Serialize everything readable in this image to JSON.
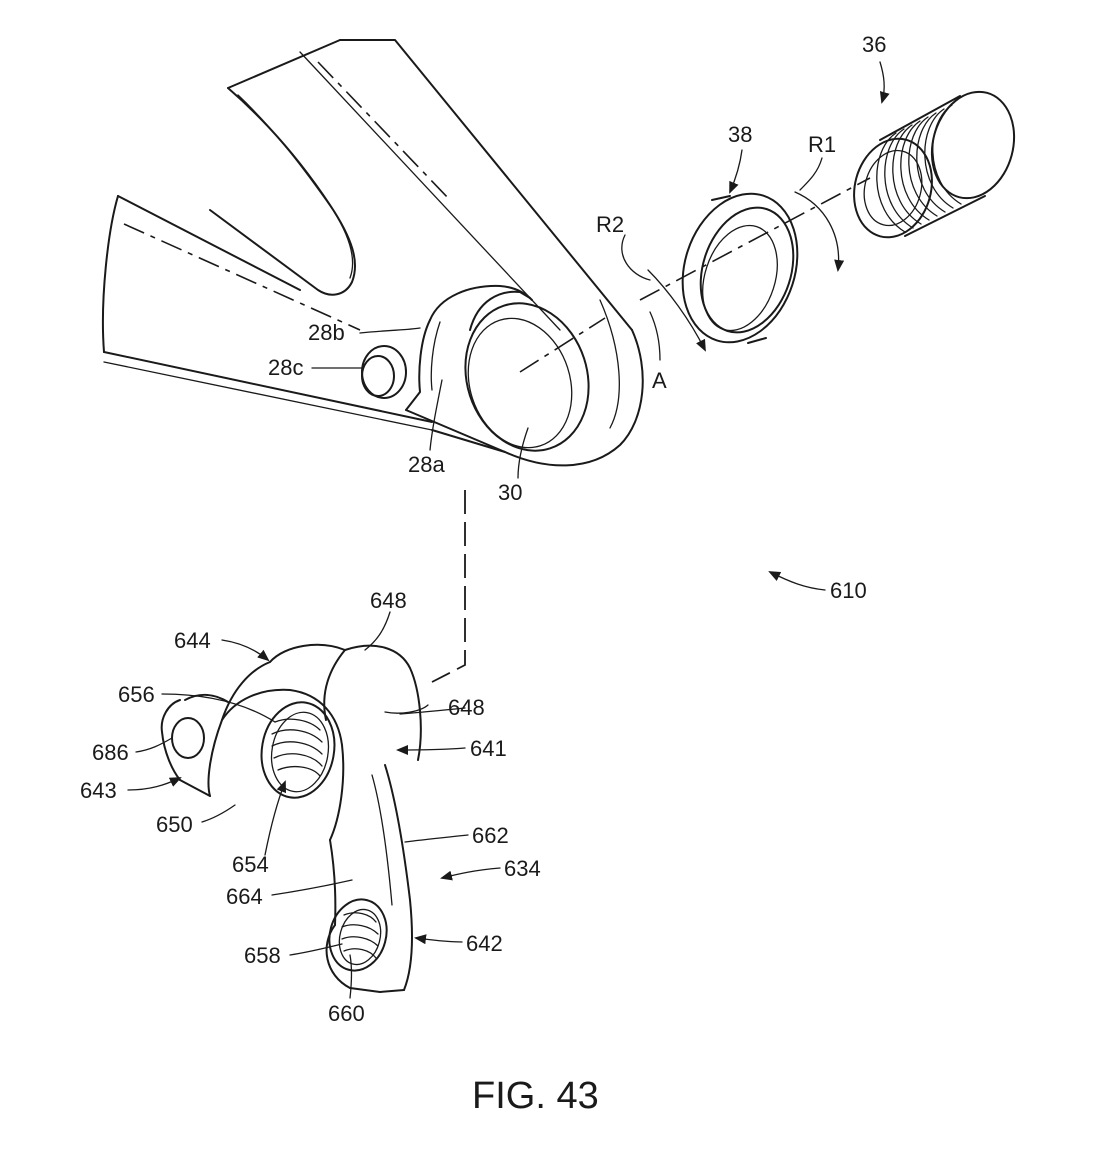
{
  "figure": {
    "caption": "FIG. 43",
    "labels": {
      "l36": "36",
      "l38": "38",
      "lR1": "R1",
      "lR2": "R2",
      "lA": "A",
      "l28b": "28b",
      "l28c": "28c",
      "l28a": "28a",
      "l30": "30",
      "l610": "610",
      "l648a": "648",
      "l644": "644",
      "l648b": "648",
      "l656": "656",
      "l641": "641",
      "l686": "686",
      "l643": "643",
      "l650": "650",
      "l662": "662",
      "l654": "654",
      "l634": "634",
      "l664": "664",
      "l642": "642",
      "l658": "658",
      "l660": "660"
    }
  }
}
